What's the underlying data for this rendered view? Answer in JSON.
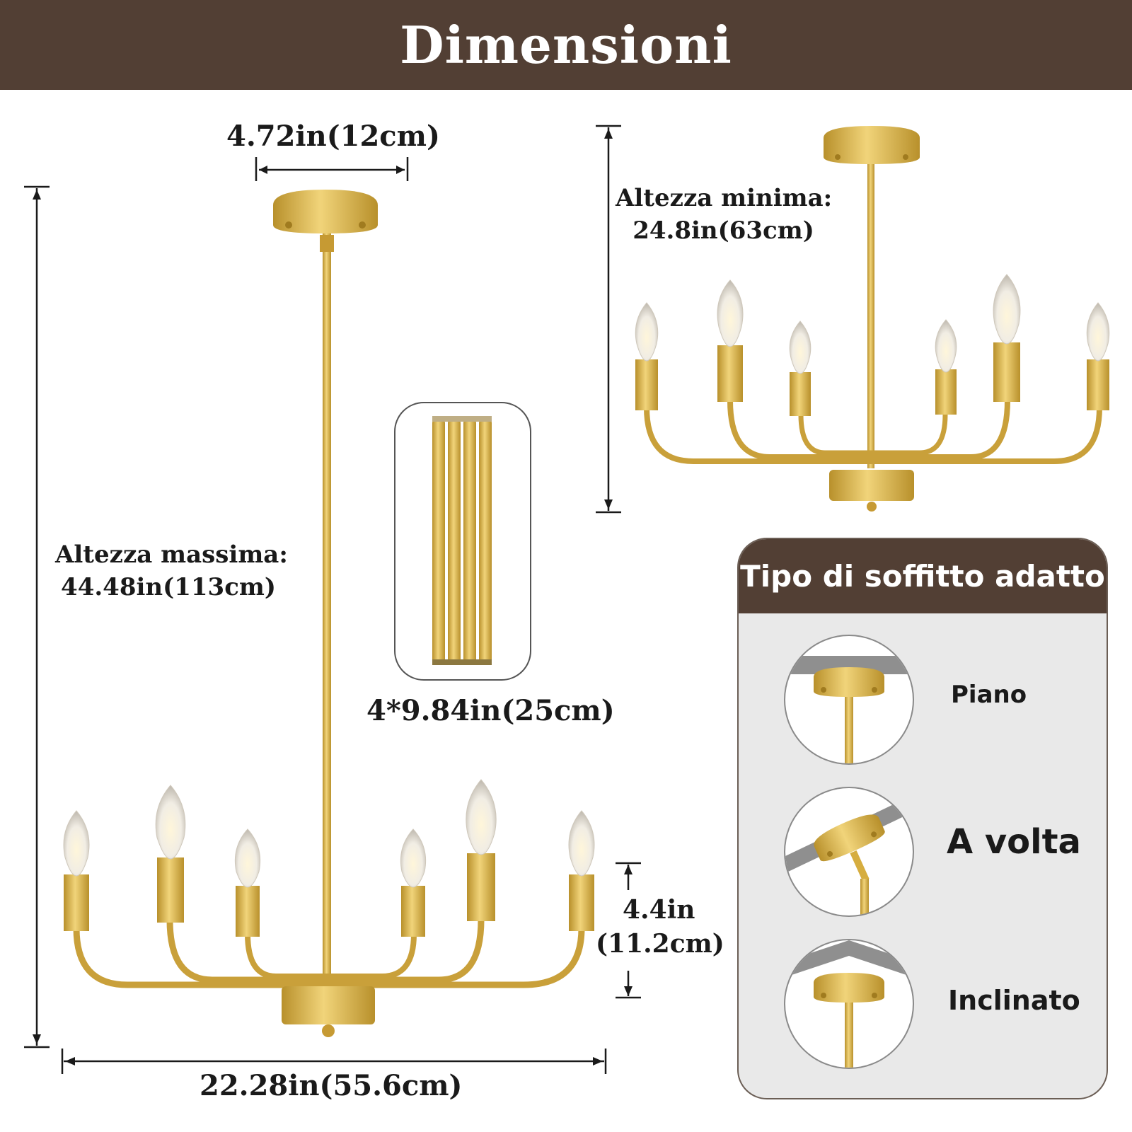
{
  "banner": {
    "title": "Dimensioni"
  },
  "dims": {
    "canopy_width": "4.72in(12cm)",
    "max_height_label": "Altezza massima:",
    "max_height_value": "44.48in(113cm)",
    "min_height_label": "Altezza minima:",
    "min_height_value": "24.8in(63cm)",
    "rods": "4*9.84in(25cm)",
    "arm_height_1": "4.4in",
    "arm_height_2": "(11.2cm)",
    "total_width": "22.28in(55.6cm)"
  },
  "ceiling_panel": {
    "title": "Tipo di soffitto adatto",
    "types": [
      "Piano",
      "A volta",
      "Inclinato"
    ]
  },
  "colors": {
    "brand_brown": "#523f34",
    "gold": "#d6ad3f",
    "panel_bg": "#e9e9e9"
  }
}
